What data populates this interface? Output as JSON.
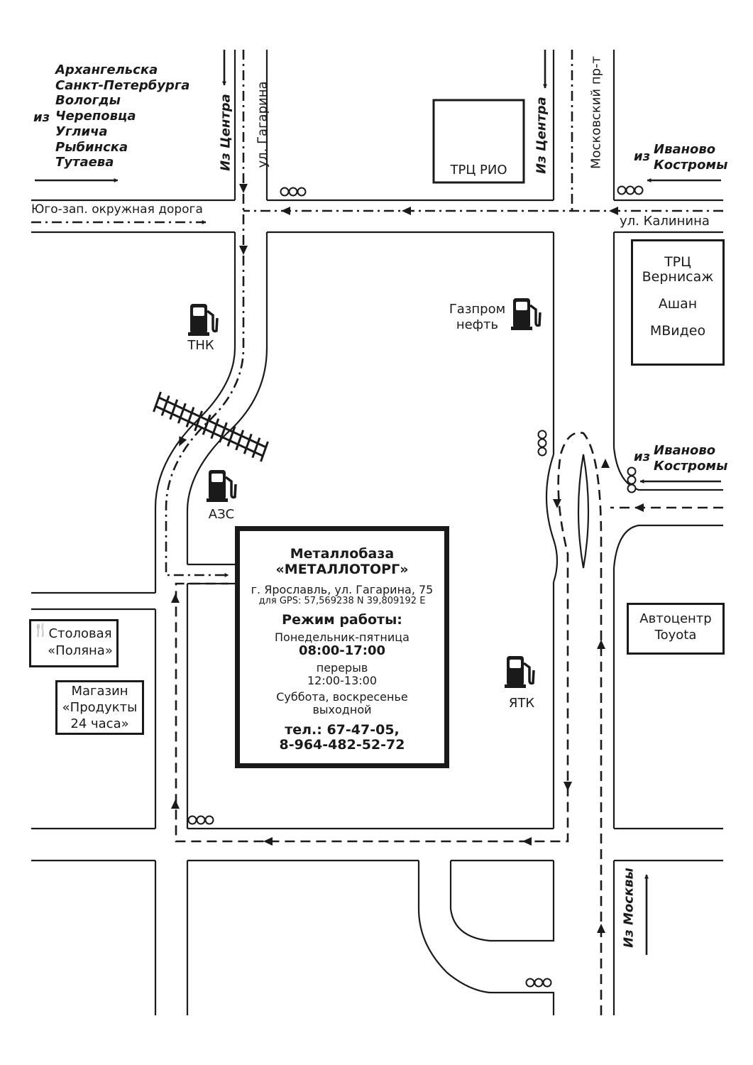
{
  "from_north_west": {
    "prefix": "из",
    "cities": [
      "Архангельска",
      "Санкт-Петербурга",
      "Вологды",
      "Череповца",
      "Углича",
      "Рыбинска",
      "Тутаева"
    ]
  },
  "from_center_1": "Из Центра",
  "from_center_2": "Из Центра",
  "street_gagarina": "ул. Гагарина",
  "street_moskovsky": "Московский пр-т",
  "street_ring_road": "Юго-зап. окружная дорога",
  "street_kalinina": "ул. Калинина",
  "trc_rio": "ТРЦ РИО",
  "from_ivanovo_top": {
    "prefix": "из",
    "line1": "Иваново",
    "line2": "Костромы"
  },
  "from_ivanovo_mid": {
    "prefix": "из",
    "line1": "Иваново",
    "line2": "Костромы"
  },
  "trc_vernisazh": [
    "ТРЦ",
    "Вернисаж",
    "Ашан",
    "МВидео"
  ],
  "fuel_tnk": "ТНК",
  "fuel_gazprom": [
    "Газпром",
    "нефть"
  ],
  "fuel_azs": "АЗС",
  "fuel_yatk": "ЯТК",
  "canteen": [
    "Столовая",
    "«Поляна»"
  ],
  "shop": [
    "Магазин",
    "«Продукты",
    "24 часа»"
  ],
  "autocenter": [
    "Автоцентр",
    "Toyota"
  ],
  "from_moscow": "Из Москвы",
  "info": {
    "title1": "Металлобаза",
    "title2": "«МЕТАЛЛОТОРГ»",
    "address": "г. Ярославль, ул. Гагарина, 75",
    "gps": "для GPS: 57,569238 N 39,809192 E",
    "schedule_title": "Режим работы:",
    "weekdays": "Понедельник-пятница",
    "weekdays_hours": "08:00-17:00",
    "break_label": "перерыв",
    "break_hours": "12:00-13:00",
    "weekend1": "Суббота, воскресенье",
    "weekend2": "выходной",
    "phone1": "тел.: 67-47-05,",
    "phone2": "8-964-482-52-72"
  },
  "colors": {
    "ink": "#1a1a1a",
    "paper": "#ffffff"
  },
  "icons": [
    "fuel-pump-icon",
    "traffic-light-icon",
    "cutlery-icon",
    "direction-arrow-icon",
    "railway-crossing-icon"
  ]
}
